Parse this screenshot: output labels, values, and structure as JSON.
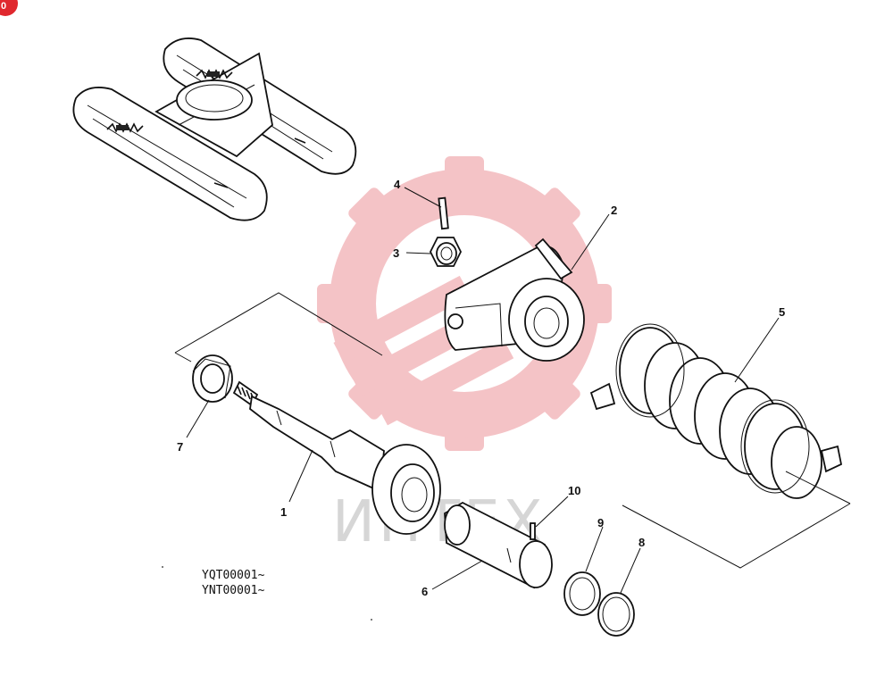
{
  "badge": {
    "text": "0",
    "color": "#e0282e"
  },
  "watermark": {
    "text": "ИНТЕХ",
    "gear_color": "#f3b9bd"
  },
  "serials": [
    "YQT00001~",
    "YNT00001~"
  ],
  "callouts": [
    {
      "id": "c1",
      "label": "1"
    },
    {
      "id": "c2",
      "label": "2"
    },
    {
      "id": "c3",
      "label": "3"
    },
    {
      "id": "c4",
      "label": "4"
    },
    {
      "id": "c5",
      "label": "5"
    },
    {
      "id": "c6",
      "label": "6"
    },
    {
      "id": "c7",
      "label": "7"
    },
    {
      "id": "c8",
      "label": "8"
    },
    {
      "id": "c9",
      "label": "9"
    },
    {
      "id": "c10",
      "label": "10"
    }
  ],
  "parts": [
    {
      "name": "undercarriage-overview",
      "icon": "track-frame-icon"
    },
    {
      "name": "idler-cushion-rod",
      "icon": "rod-icon"
    },
    {
      "name": "bracket",
      "icon": "bracket-icon"
    },
    {
      "name": "nut",
      "icon": "hex-nut-icon"
    },
    {
      "name": "pin",
      "icon": "pin-icon"
    },
    {
      "name": "recoil-spring",
      "icon": "spring-icon"
    },
    {
      "name": "cylinder",
      "icon": "cylinder-icon"
    },
    {
      "name": "bushing",
      "icon": "bushing-icon"
    },
    {
      "name": "o-ring",
      "icon": "ring-icon"
    },
    {
      "name": "backup-ring",
      "icon": "ring-icon"
    },
    {
      "name": "spring-pin",
      "icon": "pin-icon"
    }
  ]
}
